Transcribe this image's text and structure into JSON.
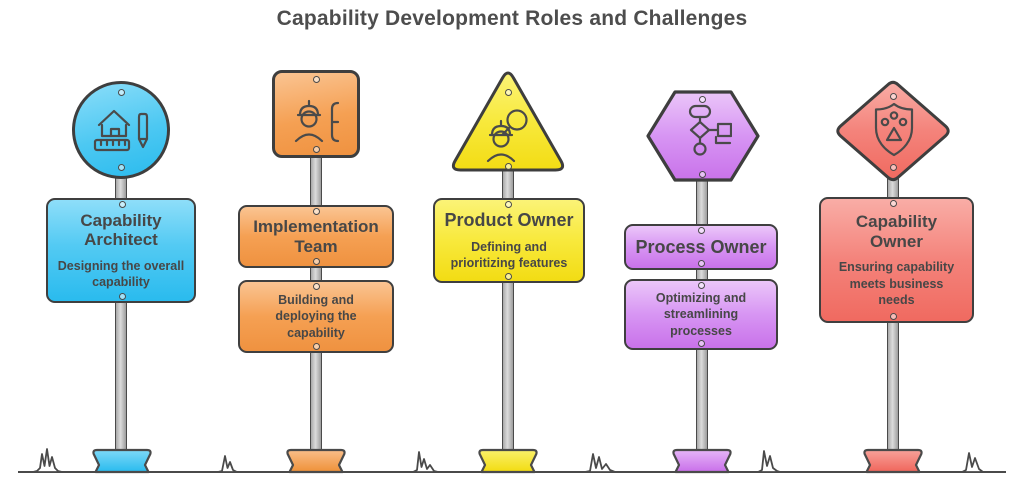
{
  "title": "Capability Development Roles and Challenges",
  "signposts": [
    {
      "id": "capability-architect",
      "shape": "circle",
      "icon": "house-ruler-pencil-icon",
      "color": "#2abbee",
      "color_light": "#8edef9",
      "role": "Capability Architect",
      "challenge": "Designing the overall capability"
    },
    {
      "id": "implementation-team",
      "shape": "rounded-square",
      "icon": "worker-bracket-icon",
      "color": "#ef9240",
      "color_light": "#fac492",
      "role": "Implementation Team",
      "challenge": "Building and deploying the capability"
    },
    {
      "id": "product-owner",
      "shape": "triangle",
      "icon": "worker-magnifier-icon",
      "color": "#f2dc14",
      "color_light": "#fbf377",
      "role": "Product Owner",
      "challenge": "Defining and prioritizing features"
    },
    {
      "id": "process-owner",
      "shape": "hexagon",
      "icon": "flowchart-icon",
      "color": "#c972ea",
      "color_light": "#ebc6f9",
      "role": "Process Owner",
      "challenge": "Optimizing and streamlining processes"
    },
    {
      "id": "capability-owner",
      "shape": "diamond",
      "icon": "shield-mask-icon",
      "color": "#f06a60",
      "color_light": "#f9ada6",
      "role": "Capability Owner",
      "challenge": "Ensuring capability meets business needs"
    }
  ],
  "text_color": "#474747",
  "pole_color": "#c9c9c9"
}
